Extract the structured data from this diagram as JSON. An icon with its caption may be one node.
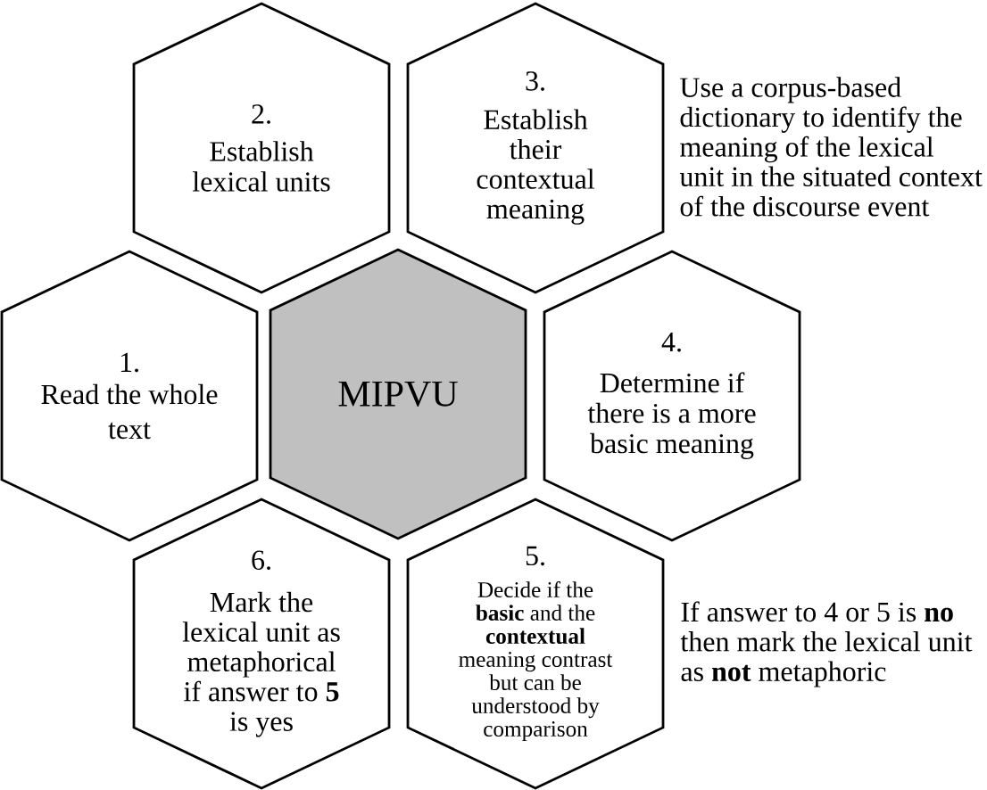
{
  "diagram": {
    "nodes": [
      {
        "text": [
          "2.",
          "Establish lexical units"
        ]
      },
      {
        "text": [
          "3.",
          "Establish their contextual meaning"
        ],
        "beside": [
          "Use a corpus-based dictionary to identify the meaning of the lexical unit in the situated context of the discourse event"
        ]
      },
      {
        "text": [
          "1.",
          "Read the whole text"
        ]
      },
      {
        "text": [
          "MIPVU"
        ]
      },
      {
        "text": [
          "4.",
          "Determine if there is a more basic meaning"
        ]
      },
      {
        "text": [
          "6.",
          "Mark the lexical unit as metaphorical if answer to **5** is yes"
        ]
      },
      {
        "text": [
          "5.",
          "Decide if the **basic** and the **contextual** meaning contrast but can be understood by comparison"
        ]
      }
    ],
    "labels": [
      "If answer to 4 or 5 is **no** then mark the lexical unit as **not** metaphoric"
    ]
  }
}
